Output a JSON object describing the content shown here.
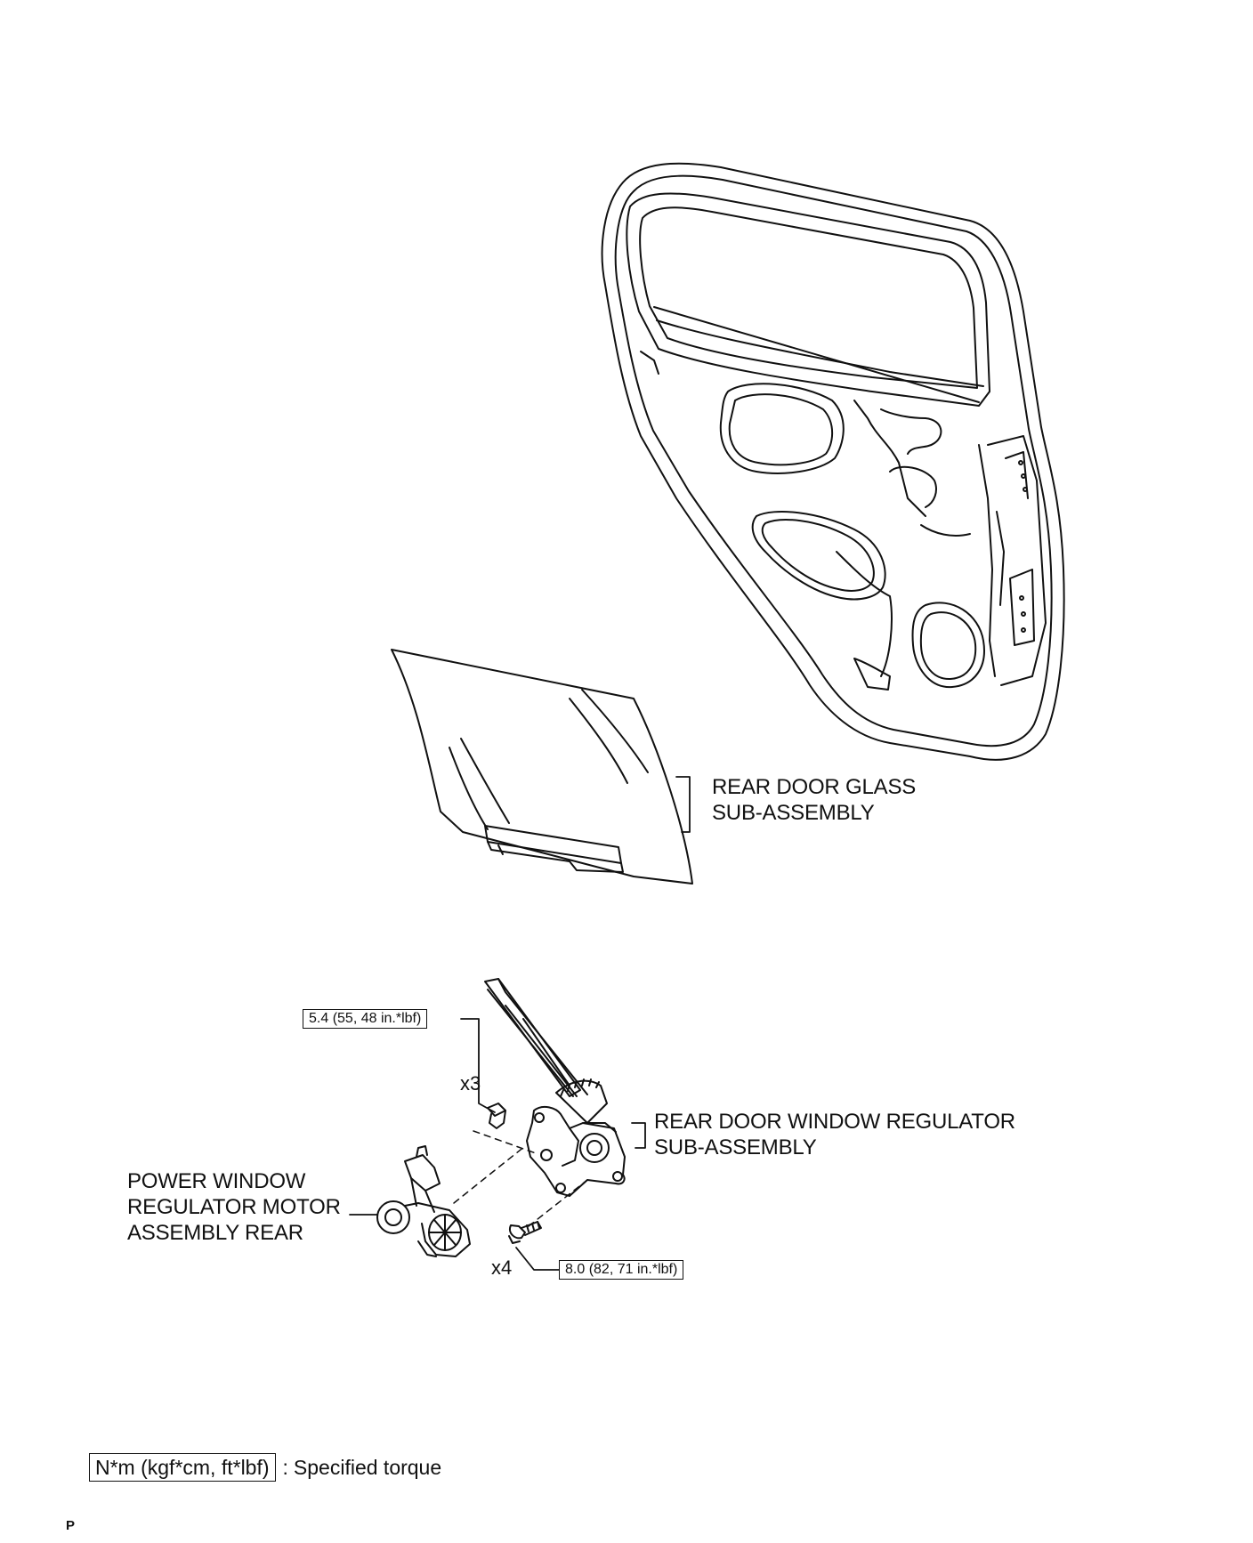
{
  "labels": {
    "rear_door_glass": [
      "REAR DOOR GLASS",
      "SUB-ASSEMBLY"
    ],
    "window_regulator": [
      "REAR DOOR WINDOW REGULATOR",
      "SUB-ASSEMBLY"
    ],
    "regulator_motor": [
      "POWER WINDOW",
      "REGULATOR MOTOR",
      "ASSEMBLY REAR"
    ]
  },
  "torque": {
    "upper": {
      "value": "5.4 (55, 48 in.*lbf)",
      "qty": "x3"
    },
    "lower": {
      "value": "8.0 (82, 71 in.*lbf)",
      "qty": "x4"
    }
  },
  "legend": {
    "box_text": "N*m (kgf*cm, ft*lbf)",
    "description": "Specified torque",
    "separator": ":"
  },
  "footer": {
    "code": "P"
  }
}
